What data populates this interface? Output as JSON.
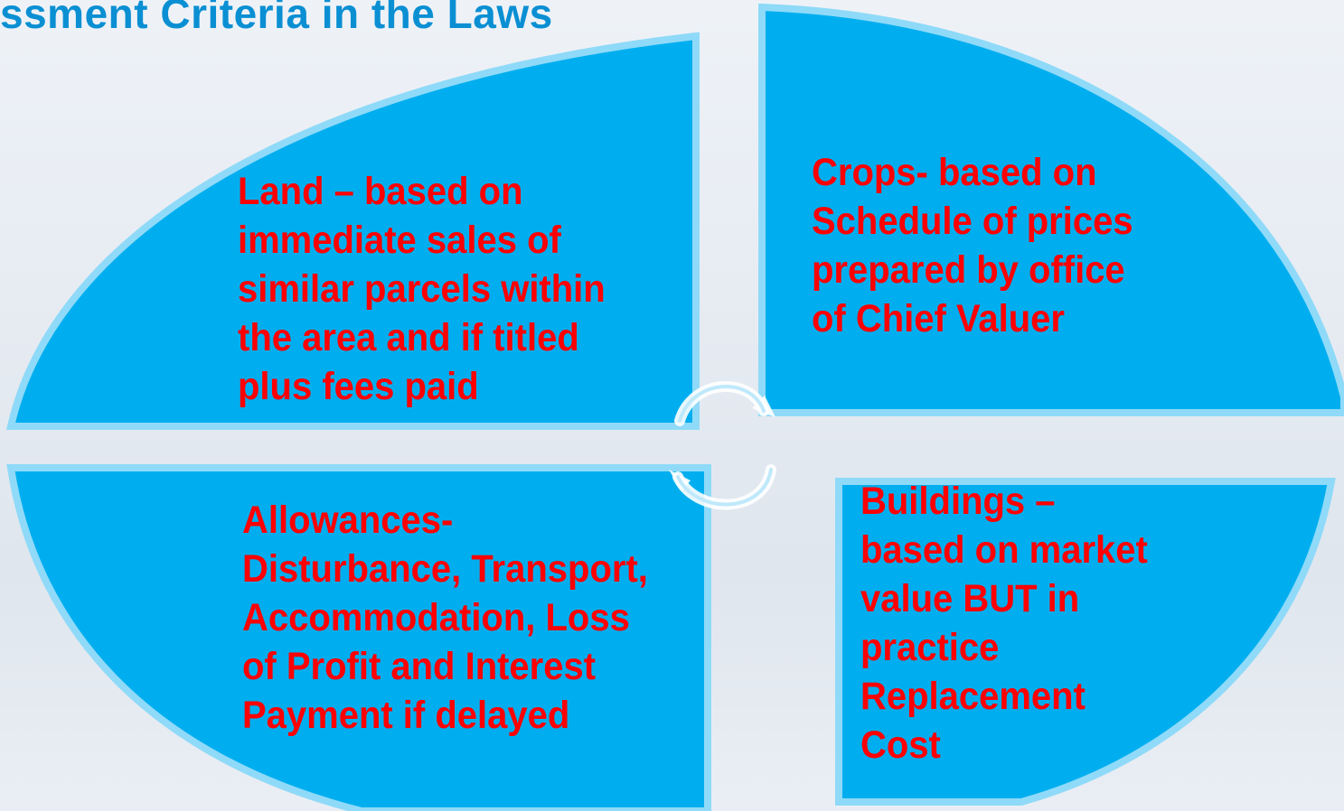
{
  "slide": {
    "title": "ssment Criteria in the Laws"
  },
  "colors": {
    "quadrant_fill": "#00aeef",
    "quadrant_edge": "#7fd5f7",
    "text": "#ff0000",
    "title": "#0a8fd3",
    "arrow": "#ffffff"
  },
  "quadrants": {
    "land": {
      "text": "Land – based on immediate sales of similar parcels within the area and if titled plus fees paid"
    },
    "crops": {
      "text": "Crops- based on Schedule of prices prepared by office of Chief Valuer"
    },
    "allowances": {
      "text": "Allowances- Disturbance, Transport, Accommodation, Loss of Profit and Interest Payment if delayed"
    },
    "buildings": {
      "text": "Buildings – based on market value BUT in practice Replacement Cost"
    }
  },
  "cycle_arrows": [
    "cycle-arrow-top",
    "cycle-arrow-bottom"
  ]
}
